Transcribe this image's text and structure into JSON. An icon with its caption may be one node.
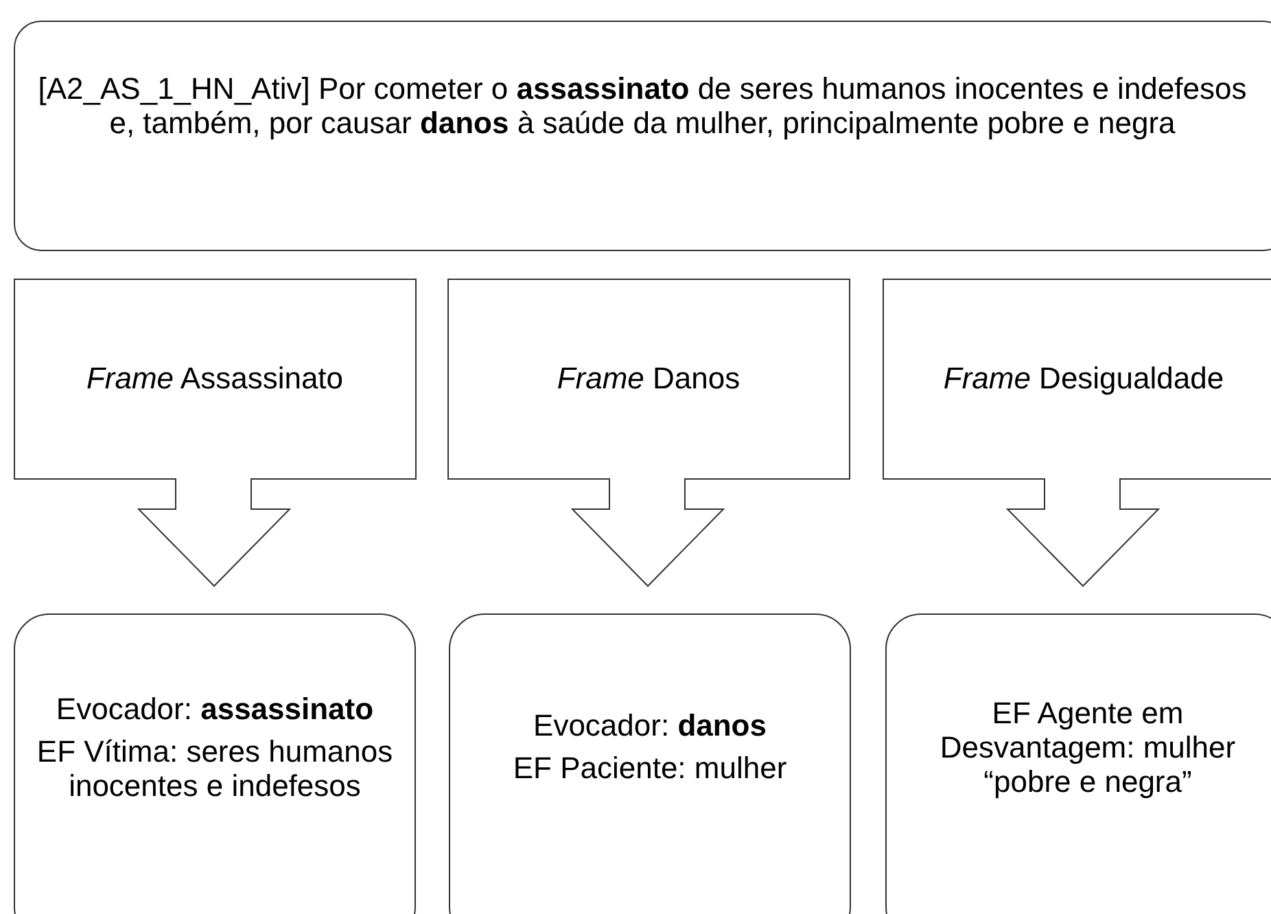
{
  "diagram": {
    "nodes": [
      {
        "text": [
          "[A2_AS_1_HN_Ativ] Por cometer o **assassinato** de seres humanos inocentes e indefesos e, também, por causar **danos** à saúde da mulher, principalmente pobre e negra"
        ]
      },
      {
        "text": [
          "*Frame* Assassinato"
        ]
      },
      {
        "text": [
          "*Frame* Danos"
        ]
      },
      {
        "text": [
          "*Frame* Desigualdade"
        ]
      },
      {
        "text": [
          "Evocador: **assassinato**",
          "EF Vítima: seres humanos inocentes e indefesos"
        ]
      },
      {
        "text": [
          "Evocador: **danos**",
          "EF Paciente: mulher"
        ]
      },
      {
        "text": [
          "EF Agente em Desvantagem: mulher “pobre e negra”"
        ]
      }
    ]
  }
}
